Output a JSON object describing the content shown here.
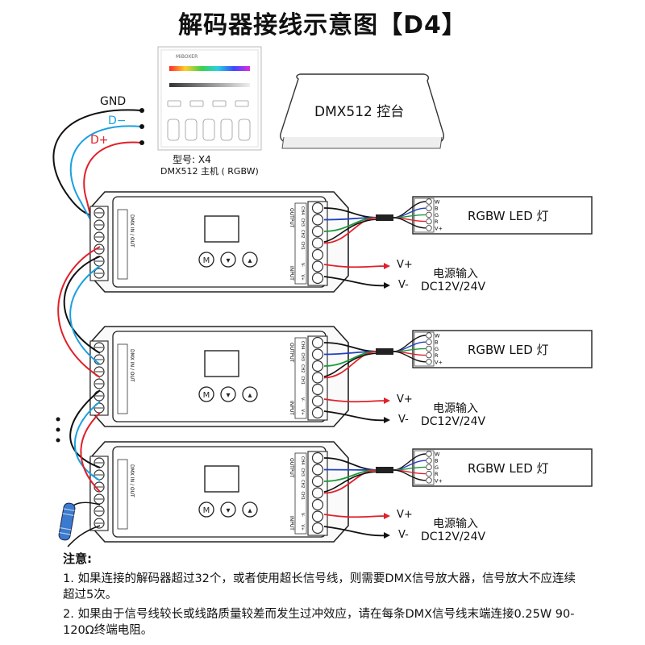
{
  "title": "解码器接线示意图【D4】",
  "master": {
    "brand": "MiBOXER",
    "model_label": "型号: X4",
    "desc_label": "DMX512 主机 ( RGBW)"
  },
  "console_label": "DMX512 控台",
  "signal_labels": {
    "gnd": "GND",
    "dminus": "D−",
    "dplus": "D+"
  },
  "decoders": [
    {
      "buttons": [
        "M",
        "▾",
        "▴"
      ]
    },
    {
      "buttons": [
        "M",
        "▾",
        "▴"
      ]
    },
    {
      "buttons": [
        "M",
        "▾",
        "▴"
      ]
    }
  ],
  "decoder_text": {
    "dmx_in_out": "DMX IN / OUT",
    "output": "OUTPUT",
    "input": "INPUT",
    "out_pins": [
      "CH4",
      "CH3",
      "CH2",
      "CH1"
    ],
    "in_pins": [
      "V-",
      "V+"
    ]
  },
  "led_strip": {
    "label": "RGBW LED 灯",
    "pins": [
      "W",
      "B",
      "G",
      "R",
      "V+"
    ]
  },
  "power": {
    "vplus": "V+",
    "vminus": "V-",
    "label": "电源输入",
    "voltage": "DC12V/24V"
  },
  "colors": {
    "gnd_wire": "#111111",
    "dminus_wire": "#1aa0e0",
    "dplus_wire": "#e0202a",
    "green_wire": "#1a9a3a",
    "blue_wire": "#2040c0",
    "resistor": "#3a7ad0"
  },
  "notes": {
    "heading": "注意:",
    "items": [
      "1. 如果连接的解码器超过32个，或者使用超长信号线，则需要DMX信号放大器，信号放大不应连续超过5次。",
      "2. 如果由于信号线较长或线路质量较差而发生过冲效应，请在每条DMX信号线末端连接0.25W 90-120Ω终端电阻。"
    ]
  }
}
